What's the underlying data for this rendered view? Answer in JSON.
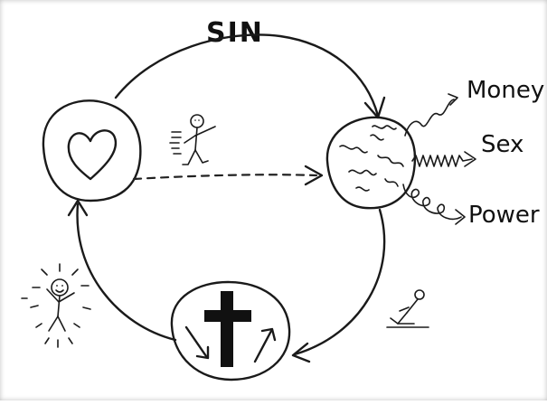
{
  "labels": {
    "sin": "SIN",
    "money": "Money",
    "sex": "Sex",
    "power": "Power"
  },
  "nodes": [
    {
      "id": "heart",
      "icon": "heart-icon"
    },
    {
      "id": "world",
      "icon": "squiggle-icon"
    },
    {
      "id": "cross",
      "icon": "cross-icon"
    }
  ],
  "figures": [
    {
      "id": "running-person",
      "icon": "running-stick-figure-icon"
    },
    {
      "id": "kneeling-person",
      "icon": "kneeling-stick-figure-icon"
    },
    {
      "id": "rejoicing-person",
      "icon": "rejoicing-stick-figure-icon"
    }
  ]
}
